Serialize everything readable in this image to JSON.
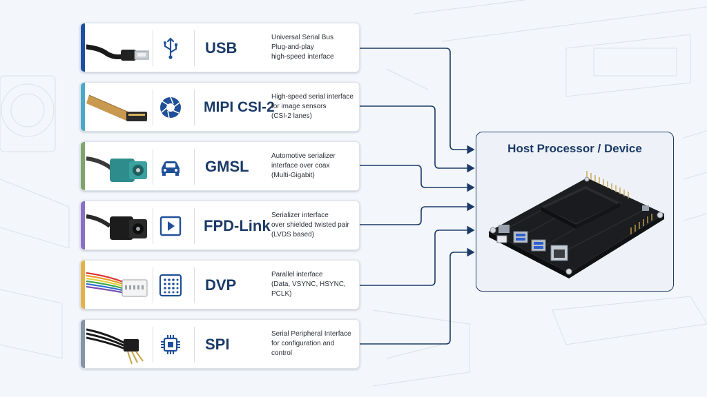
{
  "host": {
    "title": "Host Processor / Device"
  },
  "interfaces": [
    {
      "name": "USB",
      "accent": "#1d4fa3",
      "icon": "usb-icon",
      "desc": [
        "Universal Serial Bus",
        "Plug-and-play",
        "high-speed interface"
      ]
    },
    {
      "name": "MIPI CSI-2",
      "accent": "#4da8c8",
      "icon": "camera-aperture-icon",
      "desc": [
        "High-speed serial interface",
        "for image sensors",
        "(CSI-2 lanes)"
      ]
    },
    {
      "name": "GMSL",
      "accent": "#7fa56a",
      "icon": "car-icon",
      "desc": [
        "Automotive serializer",
        "interface over coax",
        "(Multi-Gigabit)"
      ]
    },
    {
      "name": "FPD-Link",
      "accent": "#8a6fc4",
      "icon": "play-icon",
      "desc": [
        "Serializer interface",
        "over shielded twisted pair",
        "(LVDS based)"
      ]
    },
    {
      "name": "DVP",
      "accent": "#e3b24a",
      "icon": "pin-grid-icon",
      "desc": [
        "Parallel interface",
        "(Data, VSYNC, HSYNC,",
        "PCLK)"
      ]
    },
    {
      "name": "SPI",
      "accent": "#8595a6",
      "icon": "chip-icon",
      "desc": [
        "Serial Peripheral Interface",
        "for configuration and",
        "control"
      ]
    }
  ],
  "colors": {
    "navy": "#1b3a66",
    "background": "#f3f6fa"
  }
}
